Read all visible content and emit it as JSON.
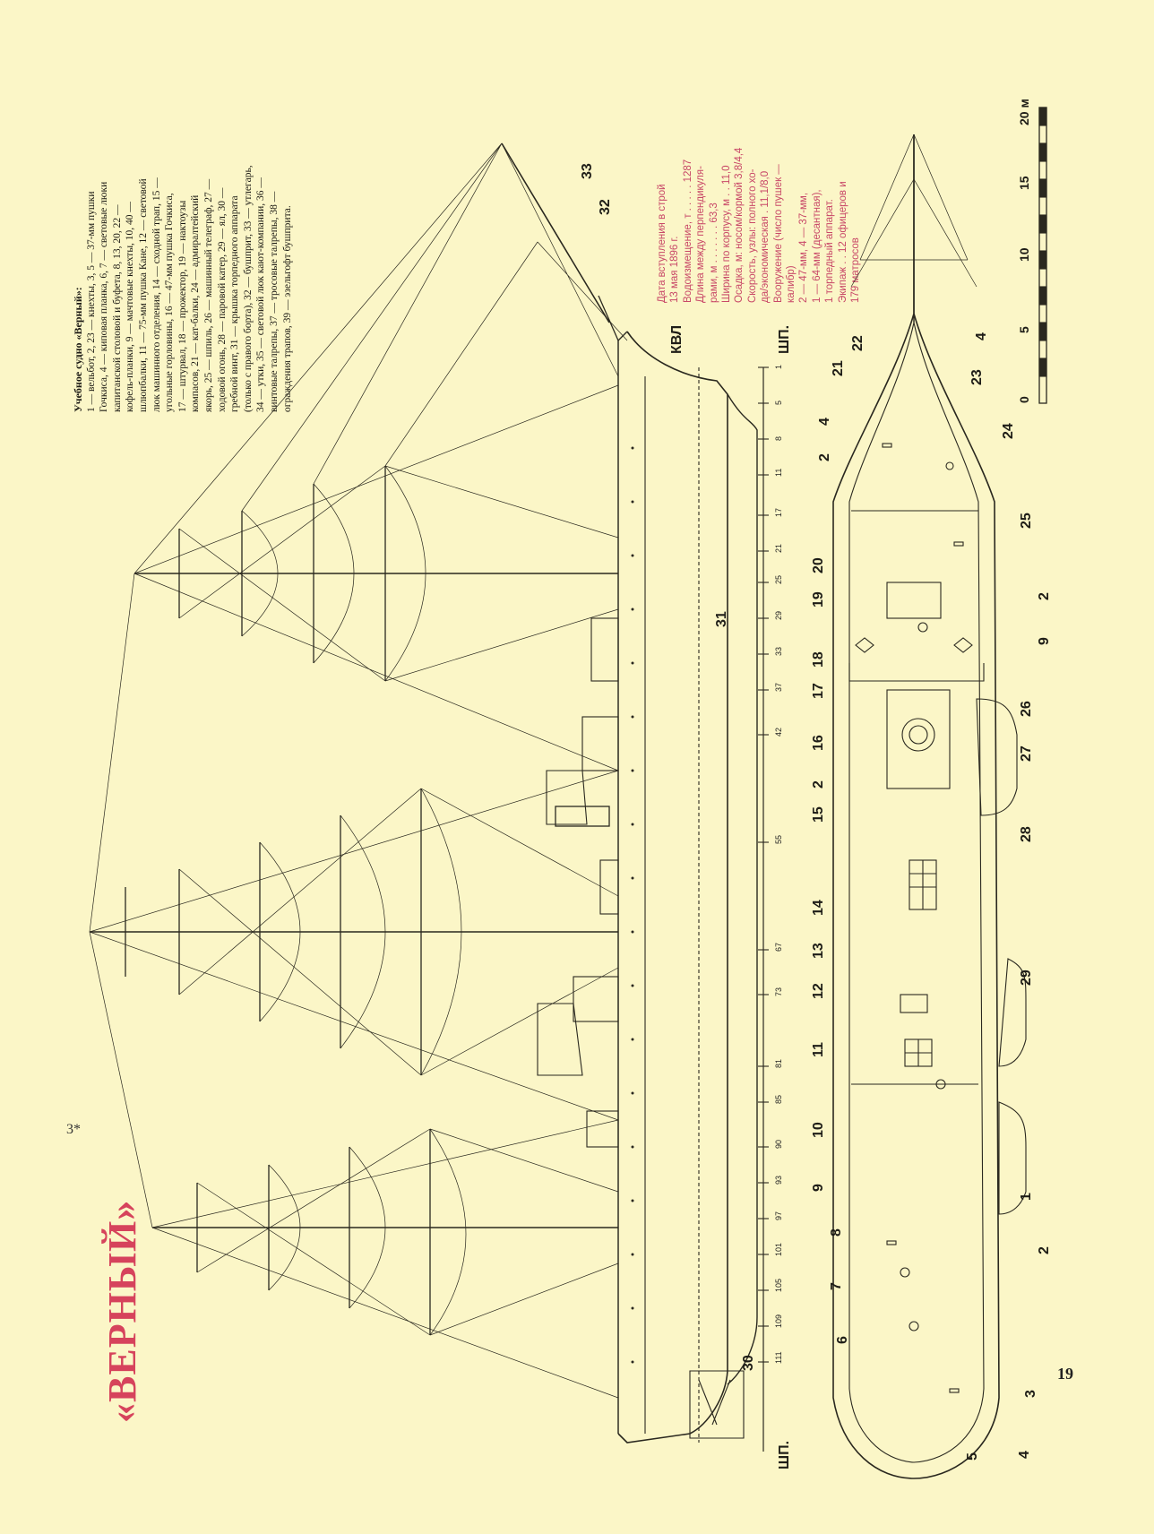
{
  "title": "«ВЕРНЫЙ»",
  "page_number": "19",
  "corner_mark": "3*",
  "caption_lines": [
    "Учебное судно «Верный»:",
    "1 — вельбот, 2, 23 — кнехты, 3, 5 — 37-мм пушки",
    "Гочкиса, 4 — киповая планка, 6, 7 — световые люки",
    "капитанской столовой и буфета, 8, 13, 20, 22 —",
    "кофель-планки, 9 — мачтовые кнехты, 10, 40 —",
    "шлюпбалки, 11 — 75-мм пушка Кане, 12 — световой",
    "люк машинного отделения, 14 — сходной трап, 15 —",
    "угольные горловины, 16 — 47-мм пушка Гочкиса,",
    "17 — штурвал, 18 — прожектор, 19 — нактоузы",
    "компасов, 21 — кат-балки, 24 — адмиралтейский",
    "якорь, 25 — шпиль, 26 — машинный телеграф, 27 —",
    "ходовой огонь, 28 — паровой катер, 29 — ял, 30 —",
    "гребной винт, 31 — крышка торпедного аппарата",
    "(только с правого борта), 32 — бушприт, 33 — утлегарь,",
    "34 — утки, 35 — световой люк кают-компании, 36 —",
    "винтовые талрепы, 37 — тросовые талрепы, 38 —",
    "ограждения трапов, 39 — эзельгофт бушприта."
  ],
  "spec_lines": [
    "Дата вступления в строй",
    "                    13 мая 1896 г.",
    "Водоизмещение, т . . . . . 1287",
    "Длина между перпендикуля-",
    "    рами, м . . . . . . . 63,3",
    "Ширина по корпусу, м . . 11,0",
    "Осадка, м: носом/кормой 3,8/4,4",
    "Скорость, узлы: полного хо-",
    "    да/экономическая . 11,1/8,0",
    "Вооружение (число пушек —",
    "    калибр)",
    "  2 — 47-мм, 4 — 37-мм,",
    "  1 — 64-мм (десантная),",
    "  1 торпедный аппарат.",
    "Экипаж . . 12 офицеров и",
    "               179 матросов"
  ],
  "scale": {
    "labels": [
      "0",
      "5",
      "10",
      "15",
      "20 м"
    ]
  },
  "waterline_label": "КВЛ",
  "frame_axis_label": "ШП.",
  "frame_numbers": [
    "1",
    "5",
    "8",
    "11",
    "17",
    "21",
    "25",
    "29",
    "33",
    "37",
    "42",
    "55",
    "67",
    "73",
    "81",
    "85",
    "90",
    "93",
    "97",
    "101",
    "105",
    "109",
    "111"
  ],
  "side_view_callouts": [
    "33",
    "32",
    "31",
    "30"
  ],
  "plan_view_callouts": [
    "22",
    "4",
    "23",
    "24",
    "21",
    "4",
    "2",
    "25",
    "2",
    "20",
    "19",
    "9",
    "18",
    "17",
    "26",
    "27",
    "16",
    "2",
    "28",
    "15",
    "14",
    "13",
    "12",
    "29",
    "11",
    "10",
    "9",
    "8",
    "1",
    "7",
    "2",
    "6",
    "3",
    "5",
    "4"
  ]
}
